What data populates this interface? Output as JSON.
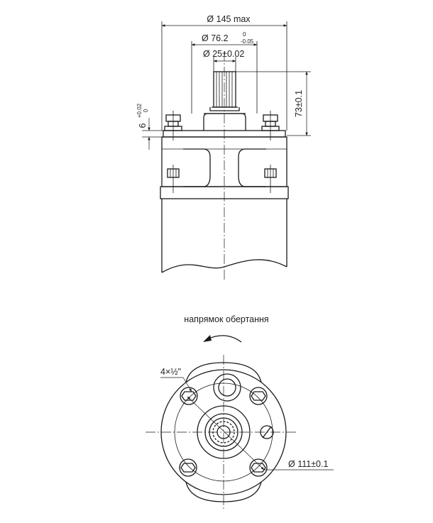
{
  "title_side": "напрямок обертання",
  "dims": {
    "outer_diameter": "Ø 145 max",
    "pilot_diameter": "Ø 76.2",
    "pilot_tol_upper": "0",
    "pilot_tol_lower": "-0.05",
    "shaft_diameter": "Ø 25±0.02",
    "shaft_length": "73±0.1",
    "pilot_height": "6",
    "pilot_height_tol_upper": "+0.02",
    "pilot_height_tol_lower": "0",
    "ports": "4×½\"",
    "bolt_circle": "Ø 111±0.1"
  },
  "colors": {
    "line": "#1a1a1a",
    "background": "#ffffff"
  }
}
